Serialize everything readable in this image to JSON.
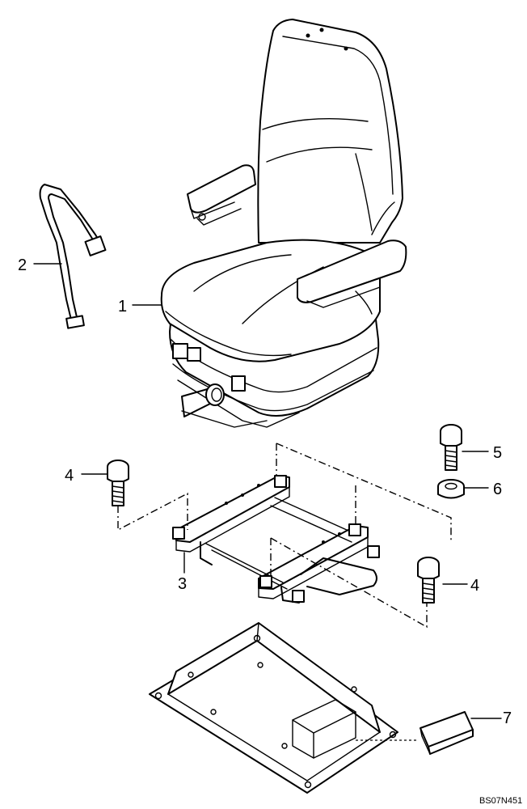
{
  "callouts": {
    "c1": "1",
    "c2": "2",
    "c3": "3",
    "c4a": "4",
    "c4b": "4",
    "c5": "5",
    "c6": "6",
    "c7": "7"
  },
  "reference_code": "BS07N451"
}
